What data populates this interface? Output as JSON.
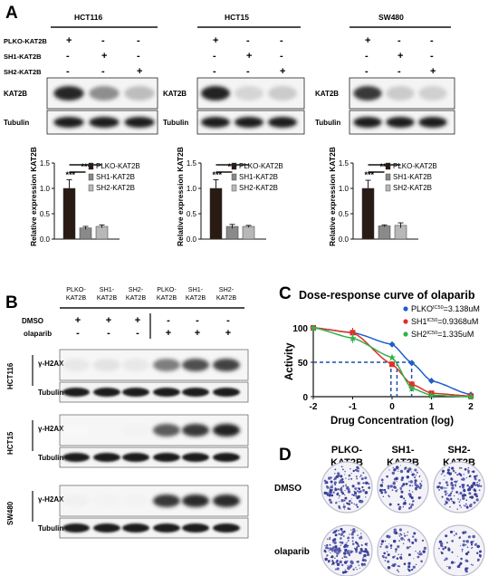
{
  "panel_labels": {
    "a": "A",
    "b": "B",
    "c": "C",
    "d": "D"
  },
  "panel_a": {
    "cell_lines": [
      "HCT116",
      "HCT15",
      "SW480"
    ],
    "conditions": [
      "PLKO-KAT2B",
      "SH1-KAT2B",
      "SH2-KAT2B"
    ],
    "condition_table": [
      [
        "+",
        "-",
        "-"
      ],
      [
        "-",
        "+",
        "-"
      ],
      [
        "-",
        "-",
        "+"
      ]
    ],
    "blots": [
      "KAT2B",
      "Tubulin"
    ],
    "band_intensity": {
      "HCT116": [
        0.92,
        0.48,
        0.28
      ],
      "HCT15": [
        0.95,
        0.18,
        0.22
      ],
      "SW480": [
        0.85,
        0.22,
        0.2
      ]
    },
    "significance": [
      "***",
      "***"
    ]
  },
  "chart_data": [
    {
      "type": "bar",
      "cell_line": "HCT116",
      "categories": [
        "PLKO-KAT2B",
        "SH1-KAT2B",
        "SH2-KAT2B"
      ],
      "values": [
        1.0,
        0.22,
        0.25
      ],
      "errors": [
        0.17,
        0.03,
        0.03
      ],
      "ylabel": "Relative expression KAT2B",
      "ylim": [
        0,
        1.5
      ],
      "yticks": [
        "0.0",
        "0.5",
        "1.0",
        "1.5"
      ],
      "legend": [
        "PLKO-KAT2B",
        "SH1-KAT2B",
        "SH2-KAT2B"
      ],
      "colors": [
        "#2a1a14",
        "#8a8a8a",
        "#b8b8b8"
      ]
    },
    {
      "type": "bar",
      "cell_line": "HCT15",
      "categories": [
        "PLKO-KAT2B",
        "SH1-KAT2B",
        "SH2-KAT2B"
      ],
      "values": [
        1.0,
        0.25,
        0.25
      ],
      "errors": [
        0.17,
        0.04,
        0.02
      ],
      "ylabel": "Relative expression KAT2B",
      "ylim": [
        0,
        1.5
      ],
      "yticks": [
        "0.0",
        "0.5",
        "1.0",
        "1.5"
      ],
      "legend": [
        "PLKO-KAT2B",
        "SH1-KAT2B",
        "SH2-KAT2B"
      ],
      "colors": [
        "#2a1a14",
        "#8a8a8a",
        "#b8b8b8"
      ]
    },
    {
      "type": "bar",
      "cell_line": "SW480",
      "categories": [
        "PLKO-KAT2B",
        "SH1-KAT2B",
        "SH2-KAT2B"
      ],
      "values": [
        1.0,
        0.26,
        0.27
      ],
      "errors": [
        0.16,
        0.02,
        0.05
      ],
      "ylabel": "Relative expression KAT2B",
      "ylim": [
        0,
        1.5
      ],
      "yticks": [
        "0.0",
        "0.5",
        "1.0",
        "1.5"
      ],
      "legend": [
        "PLKO-KAT2B",
        "SH1-KAT2B",
        "SH2-KAT2B"
      ],
      "colors": [
        "#2a1a14",
        "#8a8a8a",
        "#b8b8b8"
      ]
    },
    {
      "type": "line",
      "title": "Dose-response curve of olaparib",
      "xlabel": "Drug Concentration (log)",
      "ylabel": "Activity",
      "xlim": [
        -2,
        2
      ],
      "ylim": [
        0,
        100
      ],
      "xticks": [
        "-2",
        "-1",
        "0",
        "1",
        "2"
      ],
      "yticks": [
        "0",
        "50",
        "100"
      ],
      "series": [
        {
          "name": "PLKO",
          "label_main": "PLKO",
          "label_sup": "IC50",
          "label_value": "=3.138uM",
          "color": "#1e5fc8",
          "marker": "diamond",
          "ic50_log": 0.497,
          "points": [
            {
              "x": -2,
              "y": 100
            },
            {
              "x": -1,
              "y": 93
            },
            {
              "x": 0,
              "y": 76
            },
            {
              "x": 0.5,
              "y": 49
            },
            {
              "x": 1,
              "y": 23
            },
            {
              "x": 2,
              "y": 3
            }
          ]
        },
        {
          "name": "SH1",
          "label_main": "SH1",
          "label_sup": "IC50",
          "label_value": "=0.9368uM",
          "color": "#e0302a",
          "marker": "square",
          "ic50_log": -0.028,
          "points": [
            {
              "x": -2,
              "y": 100
            },
            {
              "x": -1,
              "y": 93
            },
            {
              "x": 0,
              "y": 47
            },
            {
              "x": 0.5,
              "y": 18
            },
            {
              "x": 1,
              "y": 5
            },
            {
              "x": 2,
              "y": 1
            }
          ]
        },
        {
          "name": "SH2",
          "label_main": "SH2",
          "label_sup": "IC50",
          "label_value": "=1.335uM",
          "color": "#2fb34a",
          "marker": "star",
          "ic50_log": 0.125,
          "points": [
            {
              "x": -2,
              "y": 100
            },
            {
              "x": -1,
              "y": 85
            },
            {
              "x": 0,
              "y": 57
            },
            {
              "x": 0.5,
              "y": 12
            },
            {
              "x": 1,
              "y": 2
            },
            {
              "x": 2,
              "y": 0
            }
          ]
        }
      ],
      "threshold": 50
    }
  ],
  "panel_b": {
    "column_headers": [
      [
        "PLKO-",
        "KAT2B"
      ],
      [
        "SH1-",
        "KAT2B"
      ],
      [
        "SH2-",
        "KAT2B"
      ],
      [
        "PLKO-",
        "KAT2B"
      ],
      [
        "SH1-",
        "KAT2B"
      ],
      [
        "SH2-",
        "KAT2B"
      ]
    ],
    "treatments": [
      {
        "name": "DMSO",
        "signs": [
          "+",
          "+",
          "+",
          "-",
          "-",
          "-"
        ]
      },
      {
        "name": "olaparib",
        "signs": [
          "-",
          "-",
          "-",
          "+",
          "+",
          "+"
        ]
      }
    ],
    "blots": [
      {
        "cell_line": "HCT116",
        "target": "γ-H2AX",
        "loading": "Tubulin",
        "intensity": [
          0.1,
          0.12,
          0.1,
          0.55,
          0.75,
          0.8
        ]
      },
      {
        "cell_line": "HCT15",
        "target": "γ-H2AX",
        "loading": "Tubulin",
        "intensity": [
          0.03,
          0.04,
          0.05,
          0.7,
          0.85,
          0.95
        ]
      },
      {
        "cell_line": "SW480",
        "target": "γ-H2AX",
        "loading": "Tubulin",
        "intensity": [
          0.06,
          0.05,
          0.05,
          0.85,
          0.9,
          0.9
        ]
      }
    ]
  },
  "panel_d": {
    "columns": [
      [
        "PLKO-",
        "KAT2B"
      ],
      [
        "SH1-",
        "KAT2B"
      ],
      [
        "SH2-",
        "KAT2B"
      ]
    ],
    "rows": [
      "DMSO",
      "olaparib"
    ],
    "colony_density": [
      [
        0.75,
        0.45,
        0.65
      ],
      [
        0.85,
        0.3,
        0.2
      ]
    ]
  }
}
